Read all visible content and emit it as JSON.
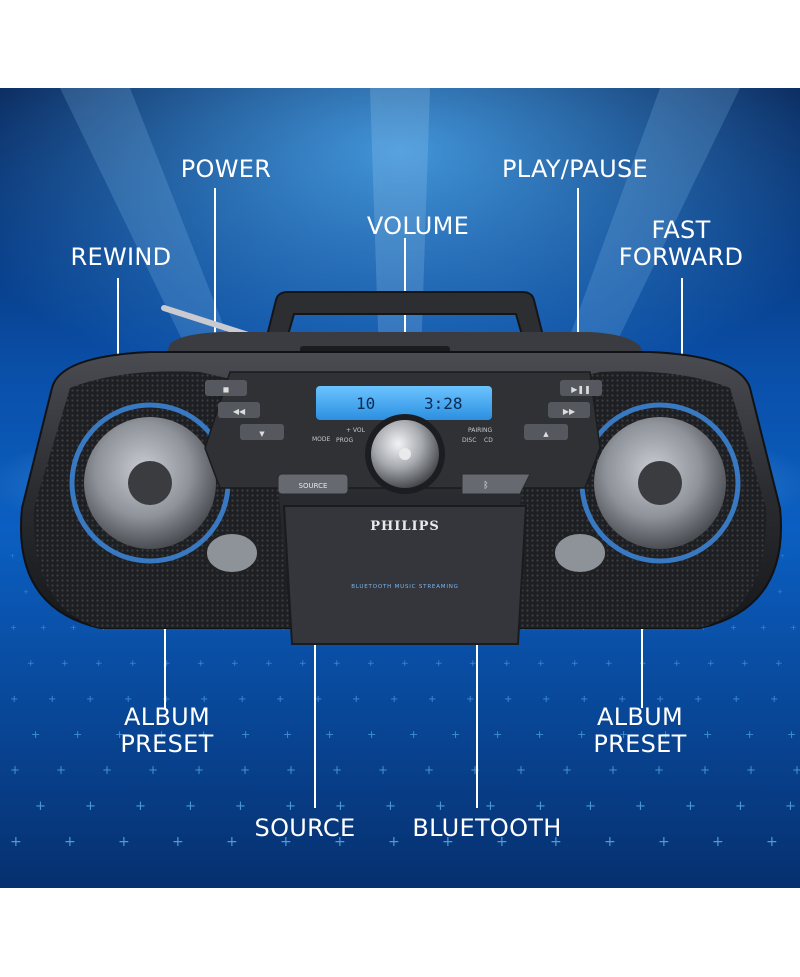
{
  "product": {
    "brand": "PHILIPS",
    "strap_text": "BLUETOOTH MUSIC STREAMING",
    "display_track": "10",
    "display_time": "3:28",
    "buttons": {
      "source": "SOURCE",
      "mode": "MODE",
      "vol": "+ VOL",
      "prog": "PROG",
      "pairing": "PAIRING",
      "disc": "DISC",
      "cd": "CD"
    }
  },
  "callouts": {
    "power": "POWER",
    "play_pause": "PLAY/PAUSE",
    "volume": "VOLUME",
    "rewind": "REWIND",
    "fast_forward_1": "FAST",
    "fast_forward_2": "FORWARD",
    "album_preset_left_1": "ALBUM",
    "album_preset_left_2": "PRESET",
    "album_preset_right_1": "ALBUM",
    "album_preset_right_2": "PRESET",
    "source": "SOURCE",
    "bluetooth": "BLUETOOTH"
  },
  "colors": {
    "background_top": "#062a66",
    "background_mid": "#0a4fa8",
    "glow": "#3aa8ff",
    "body": "#2b2d31",
    "display": "#4fb4ff"
  }
}
